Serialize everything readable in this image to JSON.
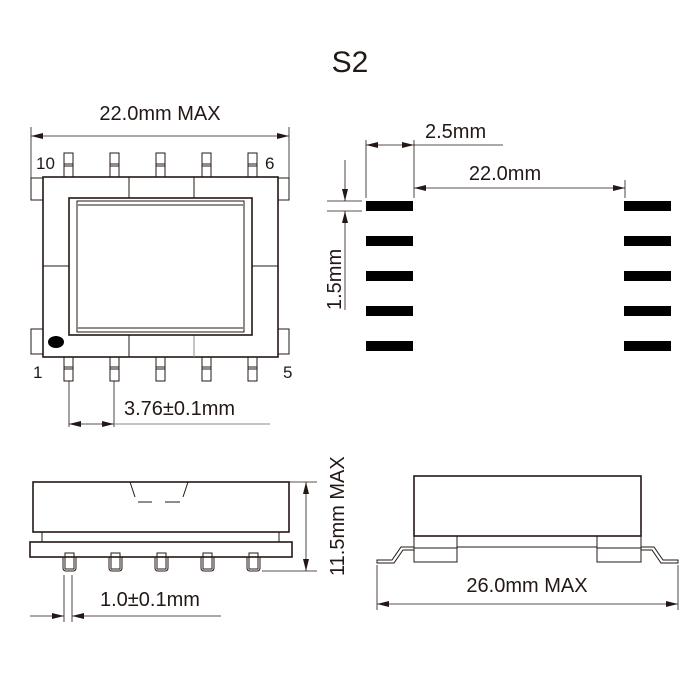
{
  "title": "S2",
  "top_view": {
    "width_label": "22.0mm MAX",
    "pin_labels": {
      "top_left": "10",
      "top_right": "6",
      "bottom_left": "1",
      "bottom_right": "5"
    },
    "pitch_label": "3.76±0.1mm",
    "pin1_marker": "dot"
  },
  "pad_layout": {
    "pad_length_label": "2.5mm",
    "row_spacing_label": "22.0mm",
    "pitch_label": "1.5mm",
    "pads_per_side": 5
  },
  "front_view": {
    "height_label": "11.5mm MAX",
    "pin_width_label": "1.0±0.1mm",
    "pin_count": 5
  },
  "side_view": {
    "overall_width_label": "26.0mm MAX"
  }
}
